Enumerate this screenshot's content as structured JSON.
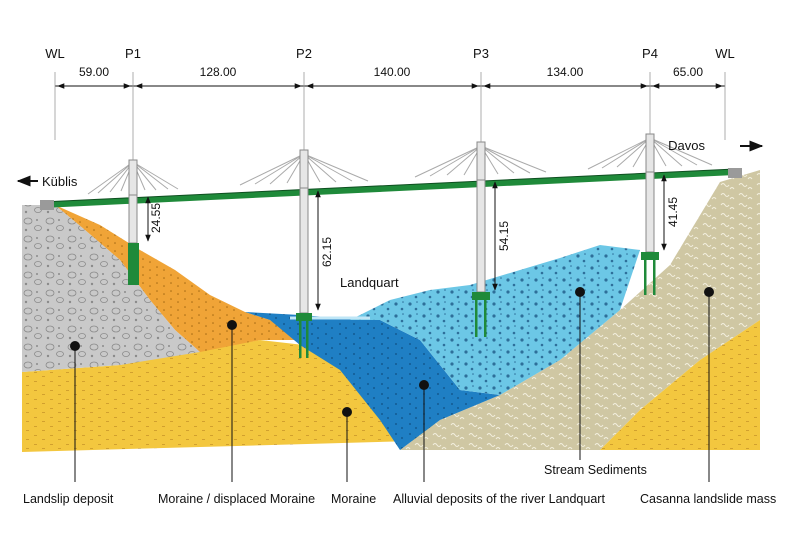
{
  "markers": {
    "wl_left": "WL",
    "p1": "P1",
    "p2": "P2",
    "p3": "P3",
    "p4": "P4",
    "wl_right": "WL"
  },
  "spans": [
    "59.00",
    "128.00",
    "140.00",
    "134.00",
    "65.00"
  ],
  "directions": {
    "left": "Küblis",
    "right": "Davos"
  },
  "heights": {
    "p1": "24.55",
    "p2": "62.15",
    "p3": "54.15",
    "p4": "41.45"
  },
  "river": "Landquart",
  "legend": {
    "landslip": "Landslip deposit",
    "moraine_displaced": "Moraine / displaced Moraine",
    "moraine": "Moraine",
    "alluvial": "Alluvial deposits of the river Landquart",
    "stream": "Stream Sediments",
    "casanna": "Casanna landslide mass"
  },
  "colors": {
    "deck": "#1f8a3a",
    "moraine": "#f3c73f",
    "displaced_moraine": "#f0a437",
    "landslip": "#c9c9c9",
    "alluvial": "#1f7fc4",
    "stream": "#6cc7e6",
    "casanna": "#cfc7a3"
  }
}
